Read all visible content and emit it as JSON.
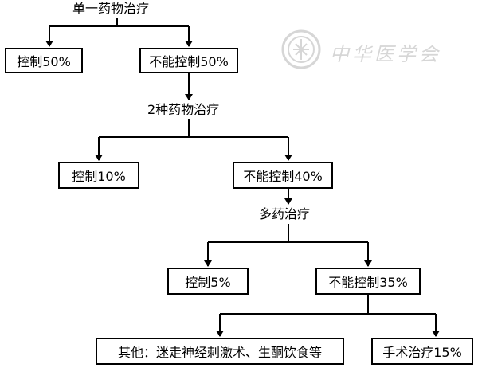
{
  "flow": {
    "step1": "单一药物治疗",
    "step1_control": "控制50%",
    "step1_no_control": "不能控制50%",
    "step2": "2种药物治疗",
    "step2_control": "控制10%",
    "step2_no_control": "不能控制40%",
    "step3": "多药治疗",
    "step3_control": "控制5%",
    "step3_no_control": "不能控制35%",
    "other_treatments": "其他：迷走神经刺激术、生酮饮食等",
    "surgery": "手术治疗15%"
  },
  "watermark": {
    "text": "中华医学会"
  },
  "colors": {
    "line": "#000000",
    "box_border": "#000000",
    "watermark": "#d6d6d6"
  }
}
